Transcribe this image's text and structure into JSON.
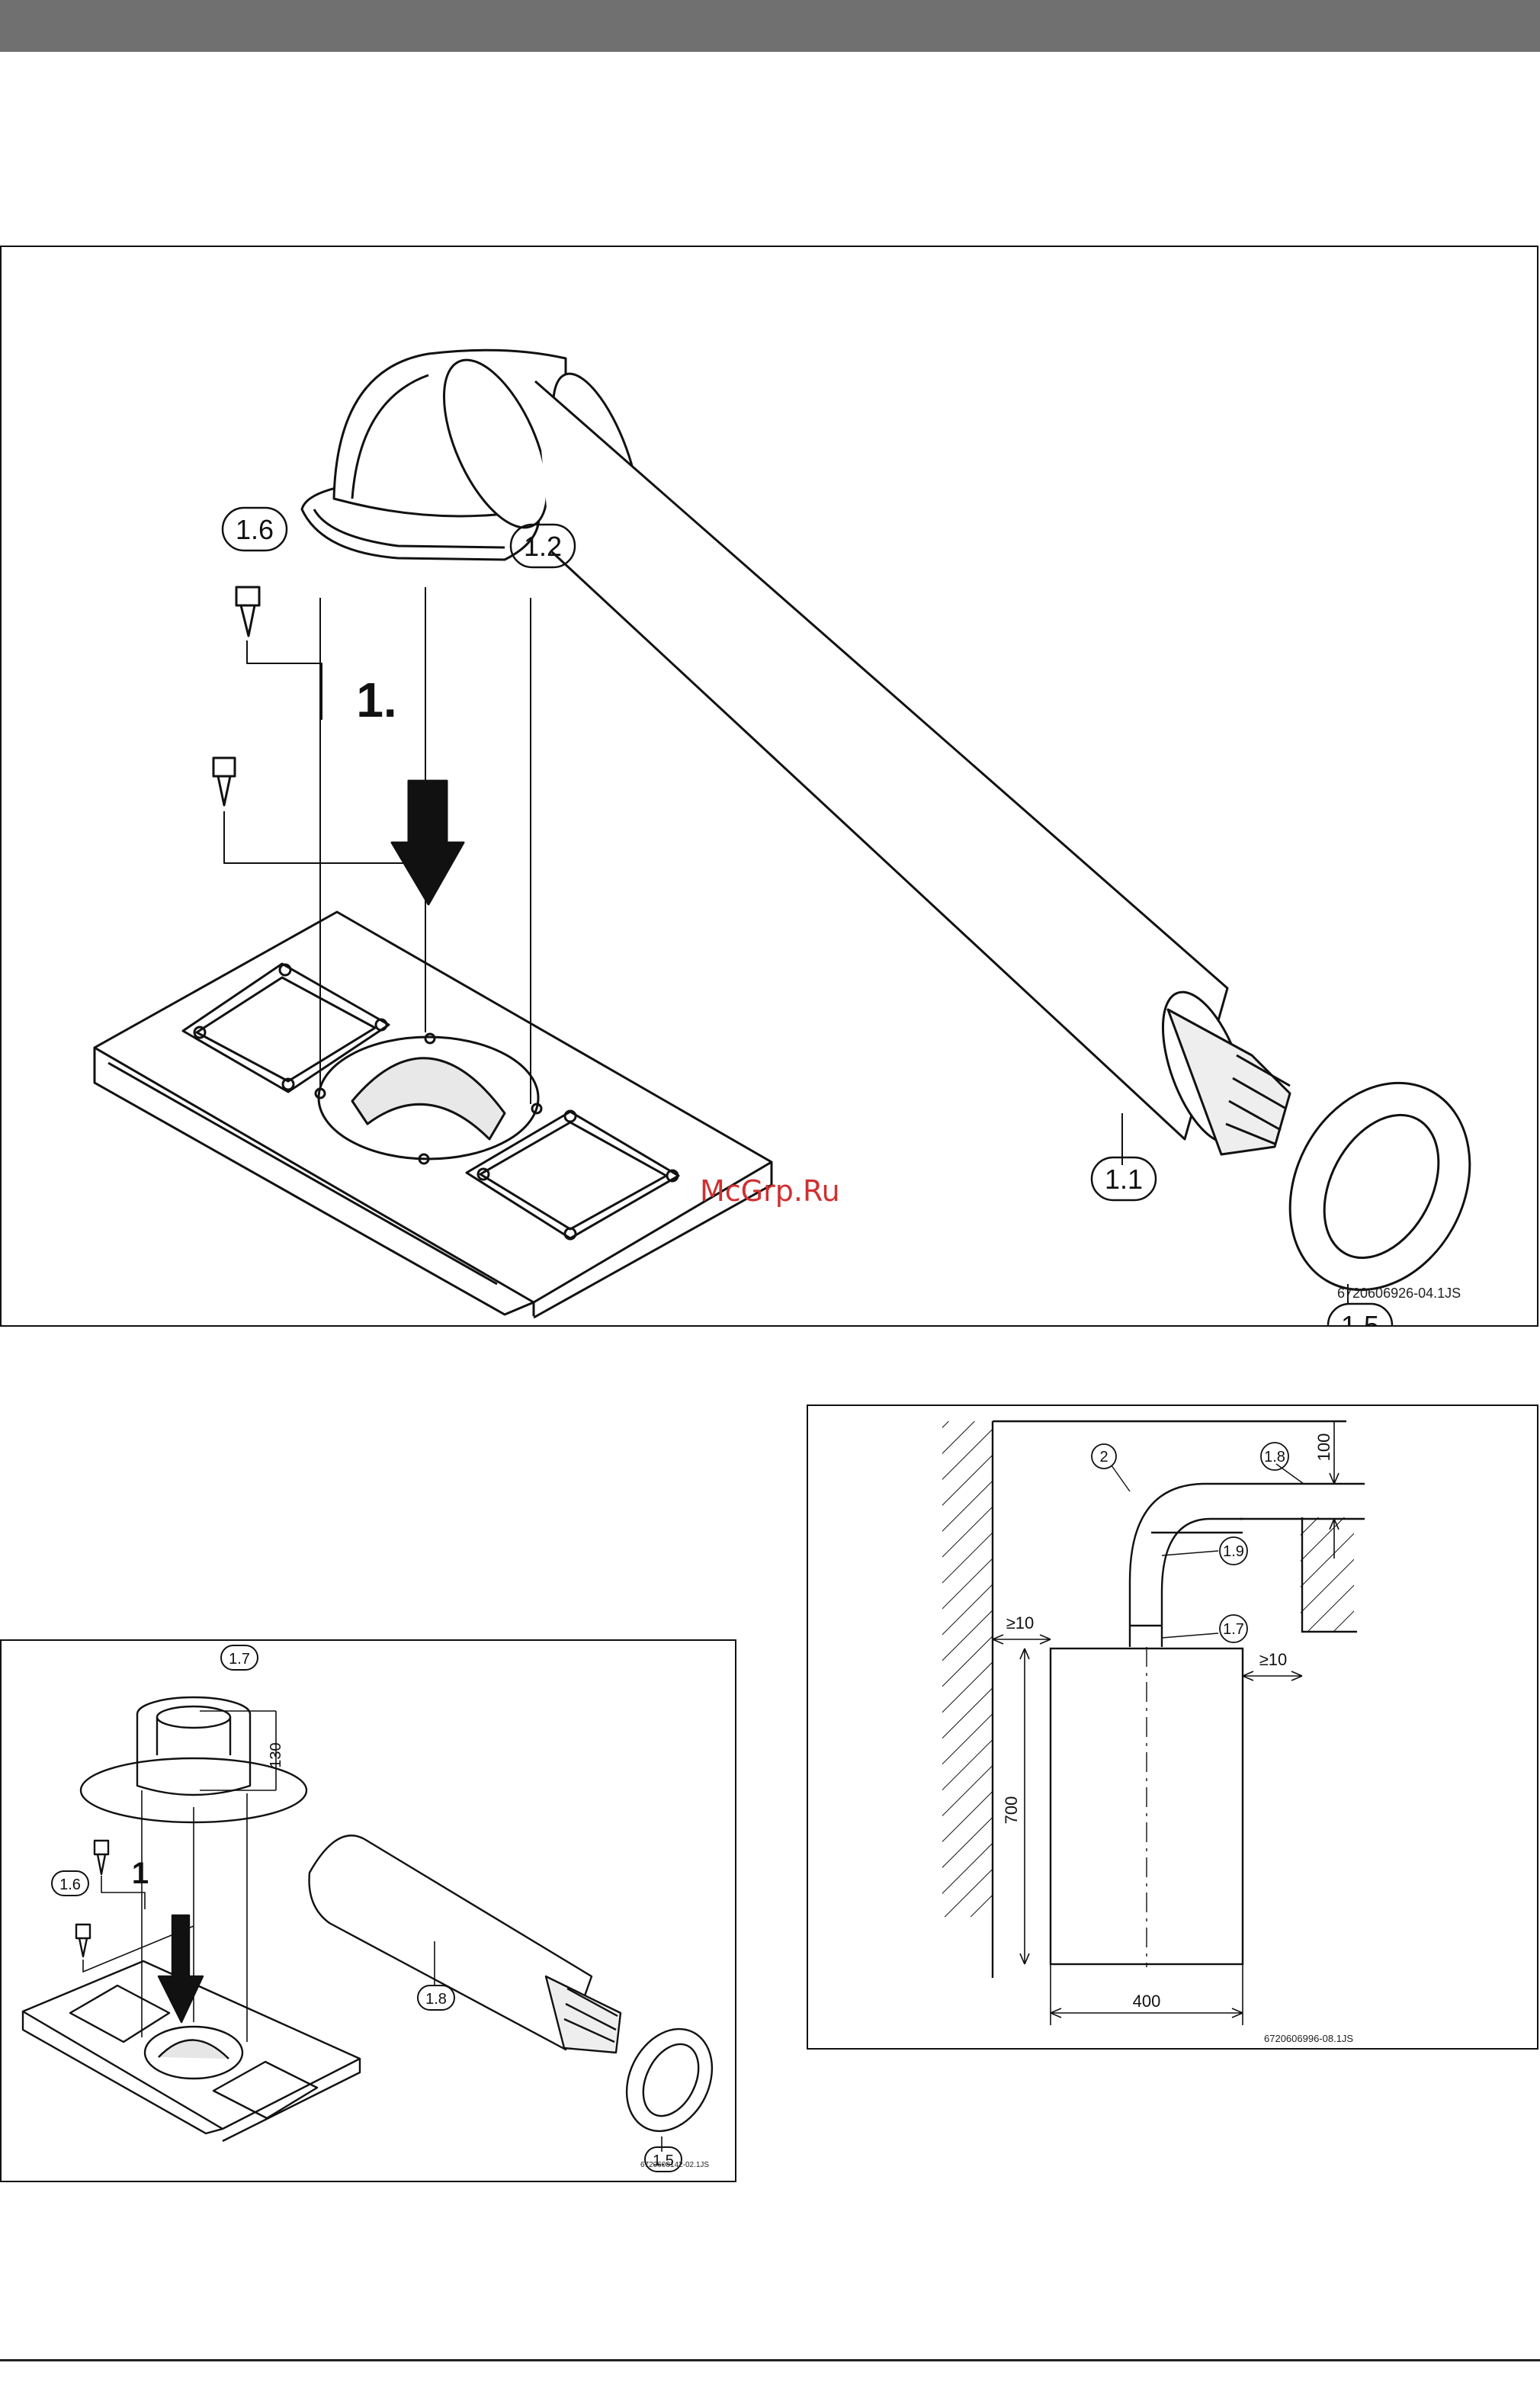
{
  "figure1": {
    "callouts": [
      "1.6",
      "1.2",
      "1.1",
      "1.5"
    ],
    "step_label": "1.",
    "code": "6720606926-04.1JS",
    "watermark": "McGrp.Ru"
  },
  "figure2": {
    "callouts": [
      "1.7",
      "1.6",
      "1.8",
      "1.5"
    ],
    "step_label": "1",
    "dimension": "130",
    "code": "6720608142-02.1JS"
  },
  "figure3": {
    "callouts": [
      "2",
      "1.8",
      "1.9",
      "1.7"
    ],
    "dim_top": "100",
    "dim_left": "≥10",
    "dim_right": "≥10",
    "dim_height": "700",
    "dim_width": "400",
    "code": "6720606996-08.1JS"
  }
}
